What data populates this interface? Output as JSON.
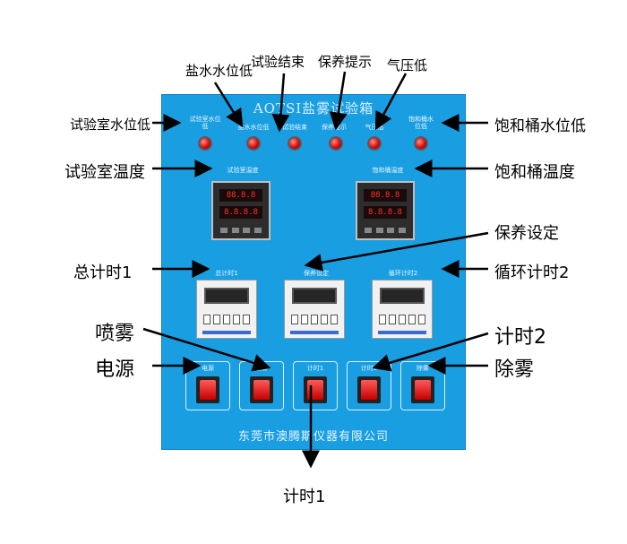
{
  "panel": {
    "title": "AOTSI盐雾试验箱",
    "company": "东莞市澳腾斯仪器有限公司",
    "lamp_labels": [
      "试验室水位低",
      "盐水水位低",
      "试验结束",
      "保养提示",
      "气压低",
      "饱和桶水位低"
    ],
    "meter_labels": [
      "试验室温度",
      "饱和桶温度"
    ],
    "meter_readings": [
      "88.8.8",
      "8.8.8.8"
    ],
    "timer_labels": [
      "总计时1",
      "保养设定",
      "循环计时2"
    ],
    "switch_labels": [
      "电源",
      "喷雾",
      "计时1",
      "计时2",
      "除雾"
    ]
  },
  "callouts": {
    "top_lamp2": "盐水水位低",
    "top_lamp3": "试验结束",
    "top_lamp4": "保养提示",
    "top_lamp5": "气压低",
    "left_lamp1": "试验室水位低",
    "right_lamp6": "饱和桶水位低",
    "left_meter": "试验室温度",
    "right_meter": "饱和桶温度",
    "left_timer": "总计时1",
    "right_timer": "循环计时2",
    "maintenance": "保养设定",
    "spray": "喷雾",
    "power": "电源",
    "timer2": "计时2",
    "defog": "除雾",
    "timer1_bottom": "计时1"
  }
}
